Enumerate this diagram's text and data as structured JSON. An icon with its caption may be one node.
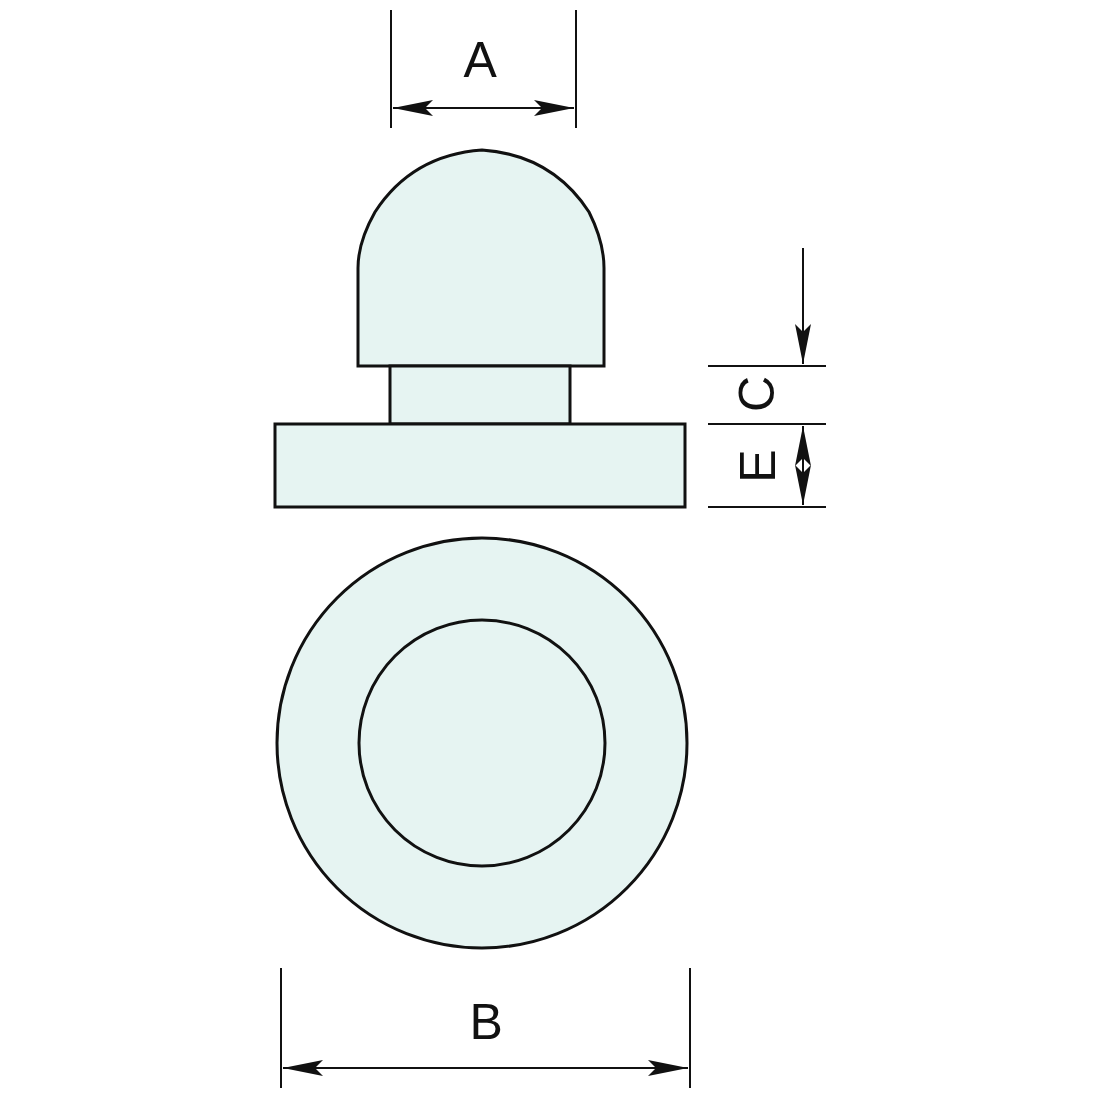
{
  "diagram": {
    "labels": [
      "A",
      "C",
      "E",
      "B"
    ]
  }
}
